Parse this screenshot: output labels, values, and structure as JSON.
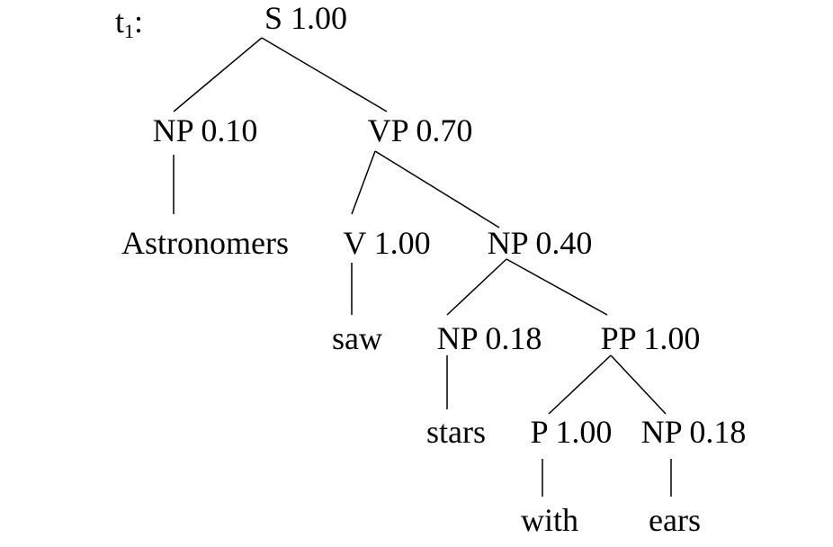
{
  "tree": {
    "name": "t",
    "name_subscript": "1",
    "name_suffix": ":",
    "nodes": {
      "s": "S 1.00",
      "np1": "NP 0.10",
      "vp": "VP 0.70",
      "astronomers": "Astronomers",
      "v": "V 1.00",
      "np2": "NP 0.40",
      "saw": "saw",
      "np3": "NP 0.18",
      "pp": "PP 1.00",
      "stars": "stars",
      "p": "P 1.00",
      "np4": "NP 0.18",
      "with": "with",
      "ears": "ears"
    }
  }
}
